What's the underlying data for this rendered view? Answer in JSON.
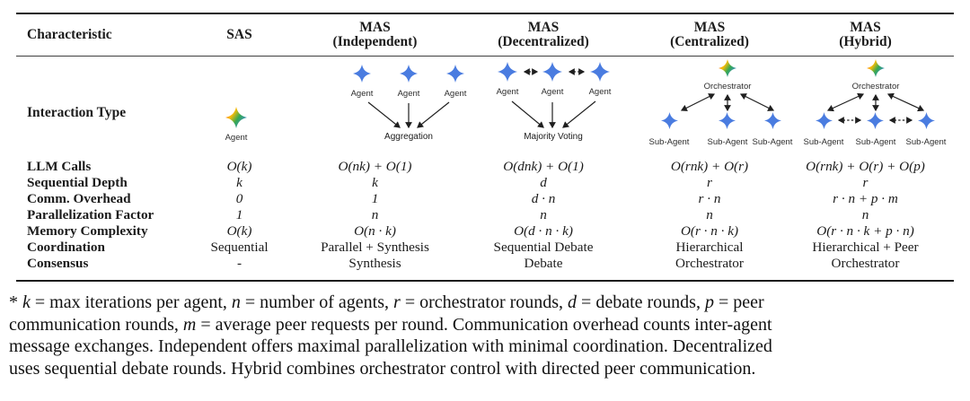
{
  "table": {
    "header": [
      {
        "line1": "Characteristic",
        "line2": ""
      },
      {
        "line1": "SAS",
        "line2": ""
      },
      {
        "line1": "MAS",
        "line2": "(Independent)"
      },
      {
        "line1": "MAS",
        "line2": "(Decentralized)"
      },
      {
        "line1": "MAS",
        "line2": "(Centralized)"
      },
      {
        "line1": "MAS",
        "line2": "(Hybrid)"
      }
    ],
    "interaction_row_label": "Interaction Type",
    "rows": [
      {
        "label": "LLM Calls",
        "values": [
          "O(k)",
          "O(nk) + O(1)",
          "O(dnk) + O(1)",
          "O(rnk) + O(r)",
          "O(rnk) + O(r) + O(p)"
        ]
      },
      {
        "label": "Sequential Depth",
        "values": [
          "k",
          "k",
          "d",
          "r",
          "r"
        ]
      },
      {
        "label": "Comm. Overhead",
        "values": [
          "0",
          "1",
          "d · n",
          "r · n",
          "r · n + p · m"
        ]
      },
      {
        "label": "Parallelization Factor",
        "values": [
          "1",
          "n",
          "n",
          "n",
          "n"
        ]
      },
      {
        "label": "Memory Complexity",
        "values": [
          "O(k)",
          "O(n · k)",
          "O(d · n · k)",
          "O(r · n · k)",
          "O(r · n · k + p · n)"
        ]
      },
      {
        "label": "Coordination",
        "values": [
          "Sequential",
          "Parallel + Synthesis",
          "Sequential Debate",
          "Hierarchical",
          "Hierarchical + Peer"
        ]
      },
      {
        "label": "Consensus",
        "values": [
          "-",
          "Synthesis",
          "Debate",
          "Orchestrator",
          "Orchestrator"
        ]
      }
    ]
  },
  "diagrams": {
    "sas": {
      "agent": "Agent"
    },
    "independent": {
      "agent": "Agent",
      "caption": "Aggregation"
    },
    "decentralized": {
      "agent": "Agent",
      "caption": "Majority Voting"
    },
    "centralized": {
      "orchestrator": "Orchestrator",
      "subagent": "Sub-Agent"
    },
    "hybrid": {
      "orchestrator": "Orchestrator",
      "subagent": "Sub-Agent"
    }
  },
  "colors": {
    "agent_blue": "#4A7CE0",
    "gradient_red": "#EA4335",
    "gradient_yellow": "#FBBC04",
    "gradient_green": "#34A853",
    "gradient_blue": "#4285F4",
    "rule": "#1c1c1c"
  },
  "footnote": {
    "lines": [
      [
        {
          "t": "* "
        },
        {
          "t": "k",
          "i": 1
        },
        {
          "t": " = max iterations per agent, "
        },
        {
          "t": "n",
          "i": 1
        },
        {
          "t": " = number of agents, "
        },
        {
          "t": "r",
          "i": 1
        },
        {
          "t": " = orchestrator rounds, "
        },
        {
          "t": "d",
          "i": 1
        },
        {
          "t": " = debate rounds, "
        },
        {
          "t": "p",
          "i": 1
        },
        {
          "t": " = peer"
        }
      ],
      [
        {
          "t": "communication rounds, "
        },
        {
          "t": "m",
          "i": 1
        },
        {
          "t": " = average peer requests per round. Communication overhead counts inter-agent"
        }
      ],
      [
        {
          "t": "message exchanges. Independent offers maximal parallelization with minimal coordination. Decentralized"
        }
      ],
      [
        {
          "t": "uses sequential debate rounds. Hybrid combines orchestrator control with directed peer communication."
        }
      ]
    ]
  }
}
